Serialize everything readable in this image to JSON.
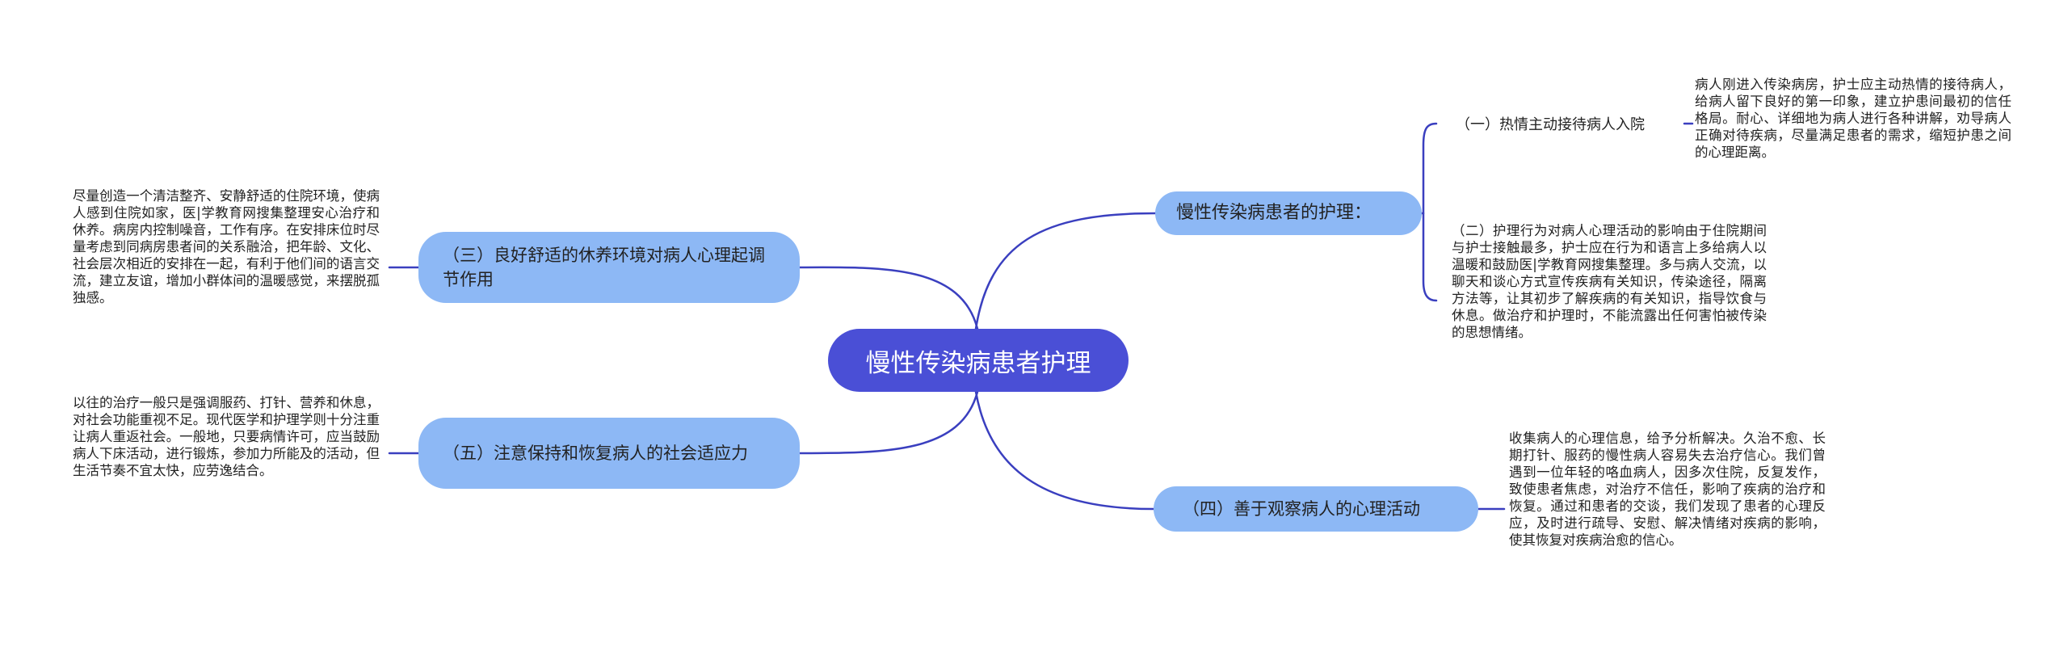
{
  "colors": {
    "root": "#4a4fd6",
    "branch": "#8db8f5",
    "connector": "#3a3fbf",
    "text": "#222222"
  },
  "root": {
    "label": "慢性传染病患者护理"
  },
  "branches": {
    "b3": {
      "label": "（三）良好舒适的休养环境对病人心理起调节作用",
      "text": "尽量创造一个清洁整齐、安静舒适的住院环境，使病人感到住院如家，医|学教育网搜集整理安心治疗和休养。病房内控制噪音，工作有序。在安排床位时尽量考虑到同病房患者间的关系融洽，把年龄、文化、社会层次相近的安排在一起，有利于他们间的语言交流，建立友谊，增加小群体间的温暖感觉，来摆脱孤独感。"
    },
    "b5": {
      "label": "（五）注意保持和恢复病人的社会适应力",
      "text": "以往的治疗一般只是强调服药、打针、营养和休息，对社会功能重视不足。现代医学和护理学则十分注重让病人重返社会。一般地，只要病情许可，应当鼓励病人下床活动，进行锻炼，参加力所能及的活动，但生活节奏不宜太快，应劳逸结合。"
    },
    "b1": {
      "label": "慢性传染病患者的护理：",
      "sub1": {
        "label": "（一）热情主动接待病人入院",
        "text": "病人刚进入传染病房，护士应主动热情的接待病人，给病人留下良好的第一印象，建立护患间最初的信任格局。耐心、详细地为病人进行各种讲解，劝导病人正确对待疾病，尽量满足患者的需求，缩短护患之间的心理距离。"
      },
      "sub2": {
        "text": "（二）护理行为对病人心理活动的影响由于住院期间与护士接触最多，护士应在行为和语言上多给病人以温暖和鼓励医|学教育网搜集整理。多与病人交流，以聊天和谈心方式宣传疾病有关知识，传染途径，隔离方法等，让其初步了解疾病的有关知识，指导饮食与休息。做治疗和护理时，不能流露出任何害怕被传染的思想情绪。"
      }
    },
    "b4": {
      "label": "（四）善于观察病人的心理活动",
      "text": "收集病人的心理信息，给予分析解决。久治不愈、长期打针、服药的慢性病人容易失去治疗信心。我们曾遇到一位年轻的咯血病人，因多次住院，反复发作，致使患者焦虑，对治疗不信任，影响了疾病的治疗和恢复。通过和患者的交谈，我们发现了患者的心理反应，及时进行疏导、安慰、解决情绪对疾病的影响，使其恢复对疾病治愈的信心。"
    }
  }
}
